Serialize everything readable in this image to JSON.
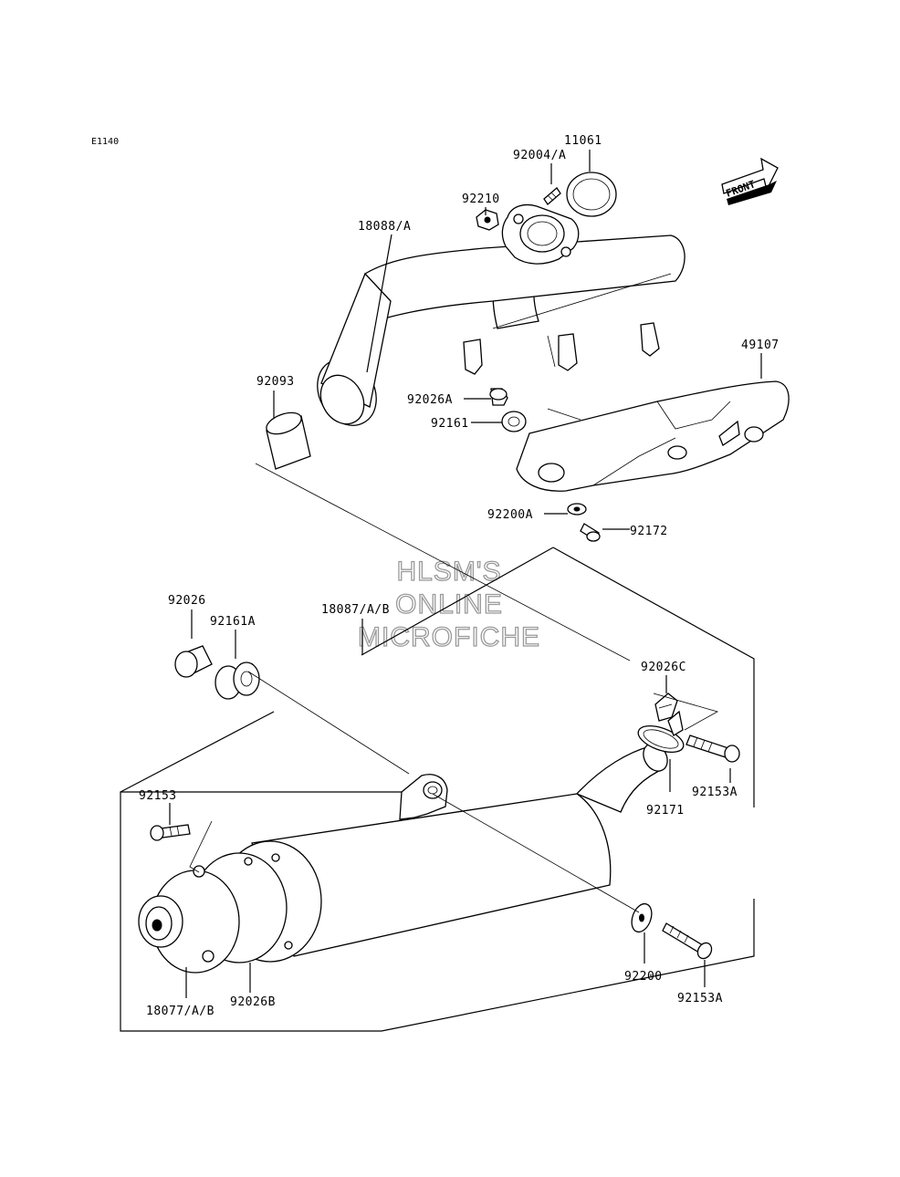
{
  "page_code": "E1140",
  "front_arrow_label": "FRONT",
  "watermark": [
    "HLSM'S",
    "ONLINE",
    "MICROFICHE"
  ],
  "labels": {
    "p11061": "11061",
    "p92004A": "92004/A",
    "p92210": "92210",
    "p18088A": "18088/A",
    "p92093": "92093",
    "p92026A": "92026A",
    "p92161": "92161",
    "p49107": "49107",
    "p92200A": "92200A",
    "p92172": "92172",
    "p92026": "92026",
    "p92161A": "92161A",
    "p18087AB": "18087/A/B",
    "p92026C": "92026C",
    "p92153A_upper": "92153A",
    "p92171": "92171",
    "p92153": "92153",
    "p18077AB": "18077/A/B",
    "p92026B": "92026B",
    "p92200": "92200",
    "p92153A_lower": "92153A"
  }
}
